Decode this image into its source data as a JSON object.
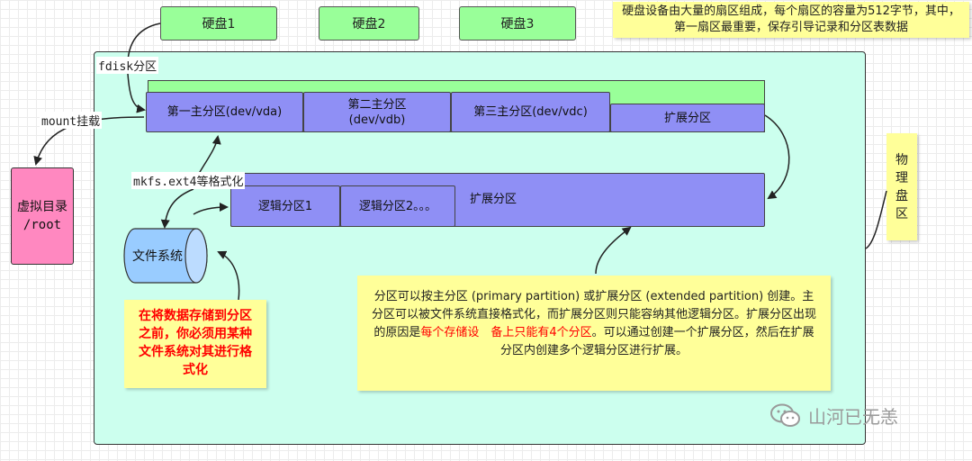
{
  "disks": [
    "硬盘1",
    "硬盘2",
    "硬盘3"
  ],
  "note_top": "硬盘设备由大量的扇区组成，每个扇区的容量为512字节，其中，第一扇区最重要，保存引导记录和分区表数据",
  "physical_disk": "物理盘区",
  "fdisk_label": "fdisk分区",
  "mount_label": "mount挂载",
  "mkfs_label": "mkfs.ext4等格式化",
  "virtual_dir": {
    "line1": "虚拟目录",
    "line2": "/root"
  },
  "primary_parts": [
    {
      "line1": "第一主分区(dev/vda)",
      "line2": ""
    },
    {
      "line1": "第二主分区",
      "line2": "(dev/vdb)"
    },
    {
      "line1": "第三主分区(dev/vdc)",
      "line2": ""
    }
  ],
  "extended_part": "扩展分区",
  "logical_parts": [
    "逻辑分区1",
    "逻辑分区2。。。"
  ],
  "extended_container": "扩展分区",
  "filesystem": "文件系统",
  "note_format": "在将数据存储到分区之前，你必须用某种文件系统对其进行格式化",
  "note_bottom": {
    "part1": "分区可以按主分区 (primary partition) 或扩展分区 (extended partition) 创建。主分区可以被文件系统直接格式化，而扩展分区则只能容纳其他逻辑分区。扩展分区出现的原因是",
    "highlight": "每个存储设　备上只能有4个分区",
    "part2": "。可以通过创建一个扩展分区，然后在扩展分区内创建多个逻辑分区进行扩展。"
  },
  "watermark": "山河已无恙",
  "colors": {
    "disk": "#99ff99",
    "partition": "#8f8ff5",
    "panel": "#ccffee",
    "note": "#ffff99",
    "virtual_dir": "#ff88c0",
    "filesystem": "#99ccff",
    "highlight_text": "#ff0000"
  }
}
